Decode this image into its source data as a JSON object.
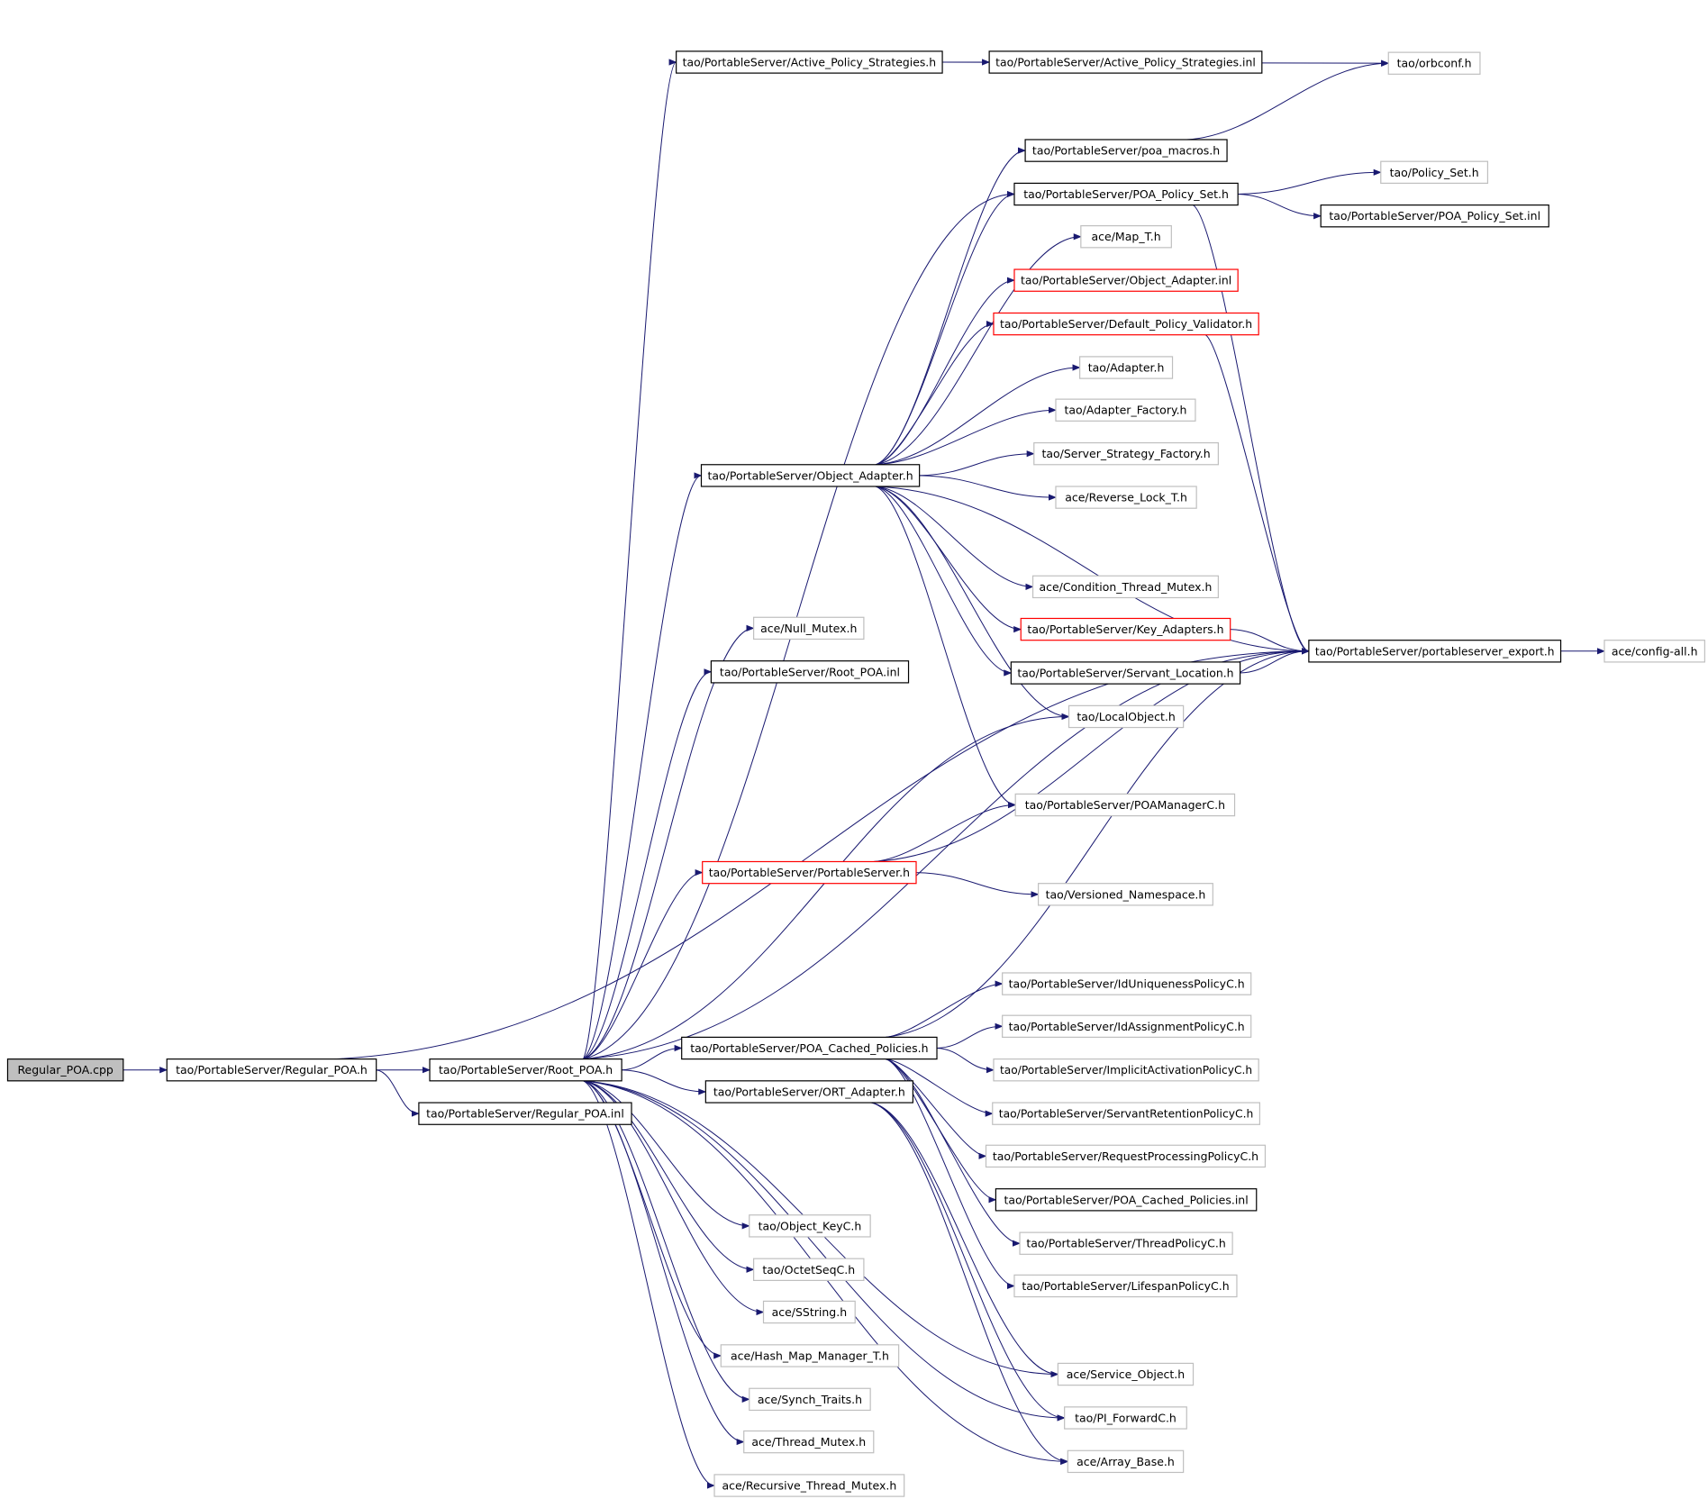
{
  "diagram": {
    "type": "include-dependency-graph",
    "root": "Regular_POA.cpp",
    "colors": {
      "edge": "#191970",
      "documented_border": "#000000",
      "undocumented_border": "#bfbfbf",
      "truncated_border": "#ff0000",
      "root_fill": "#bfbfbf",
      "node_fill": "#ffffff"
    },
    "nodes": [
      {
        "id": "regular_poa_cpp",
        "label": "Regular_POA.cpp",
        "kind": "root"
      },
      {
        "id": "regular_poa_h",
        "label": "tao/PortableServer/Regular_POA.h",
        "kind": "documented"
      },
      {
        "id": "root_poa_h",
        "label": "tao/PortableServer/Root_POA.h",
        "kind": "documented"
      },
      {
        "id": "regular_poa_inl",
        "label": "tao/PortableServer/Regular_POA.inl",
        "kind": "documented"
      },
      {
        "id": "active_policy_strategies_h",
        "label": "tao/PortableServer/Active_Policy_Strategies.h",
        "kind": "documented"
      },
      {
        "id": "active_policy_strategies_inl",
        "label": "tao/PortableServer/Active_Policy_Strategies.inl",
        "kind": "documented"
      },
      {
        "id": "orbconf_h",
        "label": "tao/orbconf.h",
        "kind": "undocumented"
      },
      {
        "id": "poa_macros_h",
        "label": "tao/PortableServer/poa_macros.h",
        "kind": "documented"
      },
      {
        "id": "poa_policy_set_h",
        "label": "tao/PortableServer/POA_Policy_Set.h",
        "kind": "documented"
      },
      {
        "id": "policy_set_h",
        "label": "tao/Policy_Set.h",
        "kind": "undocumented"
      },
      {
        "id": "poa_policy_set_inl",
        "label": "tao/PortableServer/POA_Policy_Set.inl",
        "kind": "documented"
      },
      {
        "id": "map_t_h",
        "label": "ace/Map_T.h",
        "kind": "undocumented"
      },
      {
        "id": "object_adapter_inl",
        "label": "tao/PortableServer/Object_Adapter.inl",
        "kind": "truncated"
      },
      {
        "id": "default_policy_validator_h",
        "label": "tao/PortableServer/Default_Policy_Validator.h",
        "kind": "truncated"
      },
      {
        "id": "adapter_h",
        "label": "tao/Adapter.h",
        "kind": "undocumented"
      },
      {
        "id": "adapter_factory_h",
        "label": "tao/Adapter_Factory.h",
        "kind": "undocumented"
      },
      {
        "id": "server_strategy_factory_h",
        "label": "tao/Server_Strategy_Factory.h",
        "kind": "undocumented"
      },
      {
        "id": "object_adapter_h",
        "label": "tao/PortableServer/Object_Adapter.h",
        "kind": "documented"
      },
      {
        "id": "reverse_lock_t_h",
        "label": "ace/Reverse_Lock_T.h",
        "kind": "undocumented"
      },
      {
        "id": "condition_thread_mutex_h",
        "label": "ace/Condition_Thread_Mutex.h",
        "kind": "undocumented"
      },
      {
        "id": "key_adapters_h",
        "label": "tao/PortableServer/Key_Adapters.h",
        "kind": "truncated"
      },
      {
        "id": "servant_location_h",
        "label": "tao/PortableServer/Servant_Location.h",
        "kind": "documented"
      },
      {
        "id": "portableserver_export_h",
        "label": "tao/PortableServer/portableserver_export.h",
        "kind": "documented"
      },
      {
        "id": "config_all_h",
        "label": "ace/config-all.h",
        "kind": "undocumented"
      },
      {
        "id": "null_mutex_h",
        "label": "ace/Null_Mutex.h",
        "kind": "undocumented"
      },
      {
        "id": "root_poa_inl",
        "label": "tao/PortableServer/Root_POA.inl",
        "kind": "documented"
      },
      {
        "id": "localobject_h",
        "label": "tao/LocalObject.h",
        "kind": "undocumented"
      },
      {
        "id": "poamanagerc_h",
        "label": "tao/PortableServer/POAManagerC.h",
        "kind": "undocumented"
      },
      {
        "id": "portableserver_h",
        "label": "tao/PortableServer/PortableServer.h",
        "kind": "truncated"
      },
      {
        "id": "versioned_namespace_h",
        "label": "tao/Versioned_Namespace.h",
        "kind": "undocumented"
      },
      {
        "id": "iduniquenesspolicyc_h",
        "label": "tao/PortableServer/IdUniquenessPolicyC.h",
        "kind": "undocumented"
      },
      {
        "id": "idassignmentpolicyc_h",
        "label": "tao/PortableServer/IdAssignmentPolicyC.h",
        "kind": "undocumented"
      },
      {
        "id": "poa_cached_policies_h",
        "label": "tao/PortableServer/POA_Cached_Policies.h",
        "kind": "documented"
      },
      {
        "id": "implicitactivationpolicyc_h",
        "label": "tao/PortableServer/ImplicitActivationPolicyC.h",
        "kind": "undocumented"
      },
      {
        "id": "ort_adapter_h",
        "label": "tao/PortableServer/ORT_Adapter.h",
        "kind": "documented"
      },
      {
        "id": "servantretentionpolicyc_h",
        "label": "tao/PortableServer/ServantRetentionPolicyC.h",
        "kind": "undocumented"
      },
      {
        "id": "requestprocessingpolicyc_h",
        "label": "tao/PortableServer/RequestProcessingPolicyC.h",
        "kind": "undocumented"
      },
      {
        "id": "poa_cached_policies_inl",
        "label": "tao/PortableServer/POA_Cached_Policies.inl",
        "kind": "documented"
      },
      {
        "id": "threadpolicyc_h",
        "label": "tao/PortableServer/ThreadPolicyC.h",
        "kind": "undocumented"
      },
      {
        "id": "lifespanpolicyc_h",
        "label": "tao/PortableServer/LifespanPolicyC.h",
        "kind": "undocumented"
      },
      {
        "id": "object_keyc_h",
        "label": "tao/Object_KeyC.h",
        "kind": "undocumented"
      },
      {
        "id": "octetseqc_h",
        "label": "tao/OctetSeqC.h",
        "kind": "undocumented"
      },
      {
        "id": "sstring_h",
        "label": "ace/SString.h",
        "kind": "undocumented"
      },
      {
        "id": "hash_map_manager_t_h",
        "label": "ace/Hash_Map_Manager_T.h",
        "kind": "undocumented"
      },
      {
        "id": "synch_traits_h",
        "label": "ace/Synch_Traits.h",
        "kind": "undocumented"
      },
      {
        "id": "thread_mutex_h",
        "label": "ace/Thread_Mutex.h",
        "kind": "undocumented"
      },
      {
        "id": "recursive_thread_mutex_h",
        "label": "ace/Recursive_Thread_Mutex.h",
        "kind": "undocumented"
      },
      {
        "id": "service_object_h",
        "label": "ace/Service_Object.h",
        "kind": "undocumented"
      },
      {
        "id": "pi_forwardc_h",
        "label": "tao/PI_ForwardC.h",
        "kind": "undocumented"
      },
      {
        "id": "array_base_h",
        "label": "ace/Array_Base.h",
        "kind": "undocumented"
      }
    ],
    "edges": [
      [
        "regular_poa_cpp",
        "regular_poa_h"
      ],
      [
        "regular_poa_h",
        "root_poa_h"
      ],
      [
        "regular_poa_h",
        "regular_poa_inl"
      ],
      [
        "regular_poa_h",
        "portableserver_export_h"
      ],
      [
        "root_poa_h",
        "active_policy_strategies_h"
      ],
      [
        "root_poa_h",
        "poa_policy_set_h"
      ],
      [
        "root_poa_h",
        "object_adapter_h"
      ],
      [
        "root_poa_h",
        "null_mutex_h"
      ],
      [
        "root_poa_h",
        "root_poa_inl"
      ],
      [
        "root_poa_h",
        "localobject_h"
      ],
      [
        "root_poa_h",
        "portableserver_export_h"
      ],
      [
        "root_poa_h",
        "portableserver_h"
      ],
      [
        "root_poa_h",
        "poa_cached_policies_h"
      ],
      [
        "root_poa_h",
        "ort_adapter_h"
      ],
      [
        "root_poa_h",
        "object_keyc_h"
      ],
      [
        "root_poa_h",
        "octetseqc_h"
      ],
      [
        "root_poa_h",
        "sstring_h"
      ],
      [
        "root_poa_h",
        "hash_map_manager_t_h"
      ],
      [
        "root_poa_h",
        "synch_traits_h"
      ],
      [
        "root_poa_h",
        "thread_mutex_h"
      ],
      [
        "root_poa_h",
        "recursive_thread_mutex_h"
      ],
      [
        "root_poa_h",
        "service_object_h"
      ],
      [
        "root_poa_h",
        "pi_forwardc_h"
      ],
      [
        "root_poa_h",
        "array_base_h"
      ],
      [
        "active_policy_strategies_h",
        "active_policy_strategies_inl"
      ],
      [
        "active_policy_strategies_h",
        "orbconf_h"
      ],
      [
        "poa_macros_h",
        "orbconf_h"
      ],
      [
        "poa_policy_set_h",
        "policy_set_h"
      ],
      [
        "poa_policy_set_h",
        "poa_policy_set_inl"
      ],
      [
        "poa_policy_set_h",
        "portableserver_export_h"
      ],
      [
        "object_adapter_h",
        "poa_macros_h"
      ],
      [
        "object_adapter_h",
        "poa_policy_set_h"
      ],
      [
        "object_adapter_h",
        "map_t_h"
      ],
      [
        "object_adapter_h",
        "object_adapter_inl"
      ],
      [
        "object_adapter_h",
        "default_policy_validator_h"
      ],
      [
        "object_adapter_h",
        "adapter_h"
      ],
      [
        "object_adapter_h",
        "adapter_factory_h"
      ],
      [
        "object_adapter_h",
        "server_strategy_factory_h"
      ],
      [
        "object_adapter_h",
        "reverse_lock_t_h"
      ],
      [
        "object_adapter_h",
        "portableserver_export_h"
      ],
      [
        "object_adapter_h",
        "condition_thread_mutex_h"
      ],
      [
        "object_adapter_h",
        "key_adapters_h"
      ],
      [
        "object_adapter_h",
        "servant_location_h"
      ],
      [
        "object_adapter_h",
        "localobject_h"
      ],
      [
        "object_adapter_h",
        "poamanagerc_h"
      ],
      [
        "default_policy_validator_h",
        "portableserver_export_h"
      ],
      [
        "key_adapters_h",
        "portableserver_export_h"
      ],
      [
        "servant_location_h",
        "portableserver_export_h"
      ],
      [
        "portableserver_export_h",
        "config_all_h"
      ],
      [
        "portableserver_h",
        "poamanagerc_h"
      ],
      [
        "portableserver_h",
        "portableserver_export_h"
      ],
      [
        "portableserver_h",
        "versioned_namespace_h"
      ],
      [
        "poa_cached_policies_h",
        "portableserver_export_h"
      ],
      [
        "poa_cached_policies_h",
        "iduniquenesspolicyc_h"
      ],
      [
        "poa_cached_policies_h",
        "idassignmentpolicyc_h"
      ],
      [
        "poa_cached_policies_h",
        "implicitactivationpolicyc_h"
      ],
      [
        "poa_cached_policies_h",
        "servantretentionpolicyc_h"
      ],
      [
        "poa_cached_policies_h",
        "requestprocessingpolicyc_h"
      ],
      [
        "poa_cached_policies_h",
        "poa_cached_policies_inl"
      ],
      [
        "poa_cached_policies_h",
        "threadpolicyc_h"
      ],
      [
        "poa_cached_policies_h",
        "lifespanpolicyc_h"
      ],
      [
        "ort_adapter_h",
        "service_object_h"
      ],
      [
        "ort_adapter_h",
        "pi_forwardc_h"
      ],
      [
        "ort_adapter_h",
        "array_base_h"
      ]
    ]
  }
}
